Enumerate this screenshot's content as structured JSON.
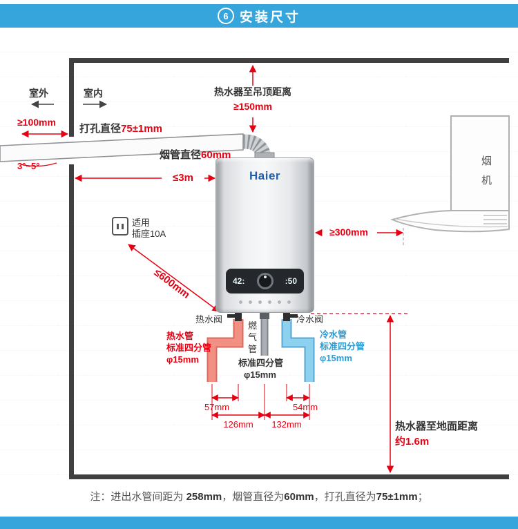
{
  "header": {
    "badge": "6",
    "title": "安装尺寸"
  },
  "room": {
    "outdoor": "室外",
    "indoor": "室内"
  },
  "dims": {
    "wall_gap": "≥100mm",
    "drill_label": "打孔直径",
    "drill_value": "75±1mm",
    "angle": "3°~5°",
    "flue_label": "烟管直径",
    "flue_value": "60mm",
    "side_clearance": "≤3m",
    "ceiling_label": "热水器至吊顶距离",
    "ceiling_value": "≥150mm",
    "hood_clearance": "≥300mm",
    "socket_clearance": "≤600mm",
    "pipe_57": "57mm",
    "pipe_126": "126mm",
    "pipe_132": "132mm",
    "pipe_54": "54mm",
    "floor_label": "热水器至地面距离",
    "floor_value": "约1.6m"
  },
  "socket": {
    "line1": "适用",
    "line2": "插座10A"
  },
  "hood": {
    "name": "烟机"
  },
  "heater": {
    "brand": "Haier",
    "display_left": "42:",
    "display_right": ":50"
  },
  "pipes": {
    "hot_valve": "热水阀",
    "gas_label": "燃气管",
    "cold_valve": "冷水阀",
    "hot": [
      "热水管",
      "标准四分管",
      "φ15mm"
    ],
    "gas": [
      "标准四分管",
      "φ15mm"
    ],
    "cold": [
      "冷水管",
      "标准四分管",
      "φ15mm"
    ]
  },
  "note": {
    "prefix": "注：",
    "s1": "进出水管间距为 ",
    "v1": "258mm",
    "s2": "，烟管直径为",
    "v2": "60mm",
    "s3": "，打孔直径为",
    "v3": "75±1mm",
    "s4": "；"
  },
  "colors": {
    "accent_blue": "#35A5DB",
    "dim_red": "#E60012",
    "hot_pipe": "#F0857A",
    "cold_pipe": "#8ED0F0",
    "wall": "#404040"
  }
}
